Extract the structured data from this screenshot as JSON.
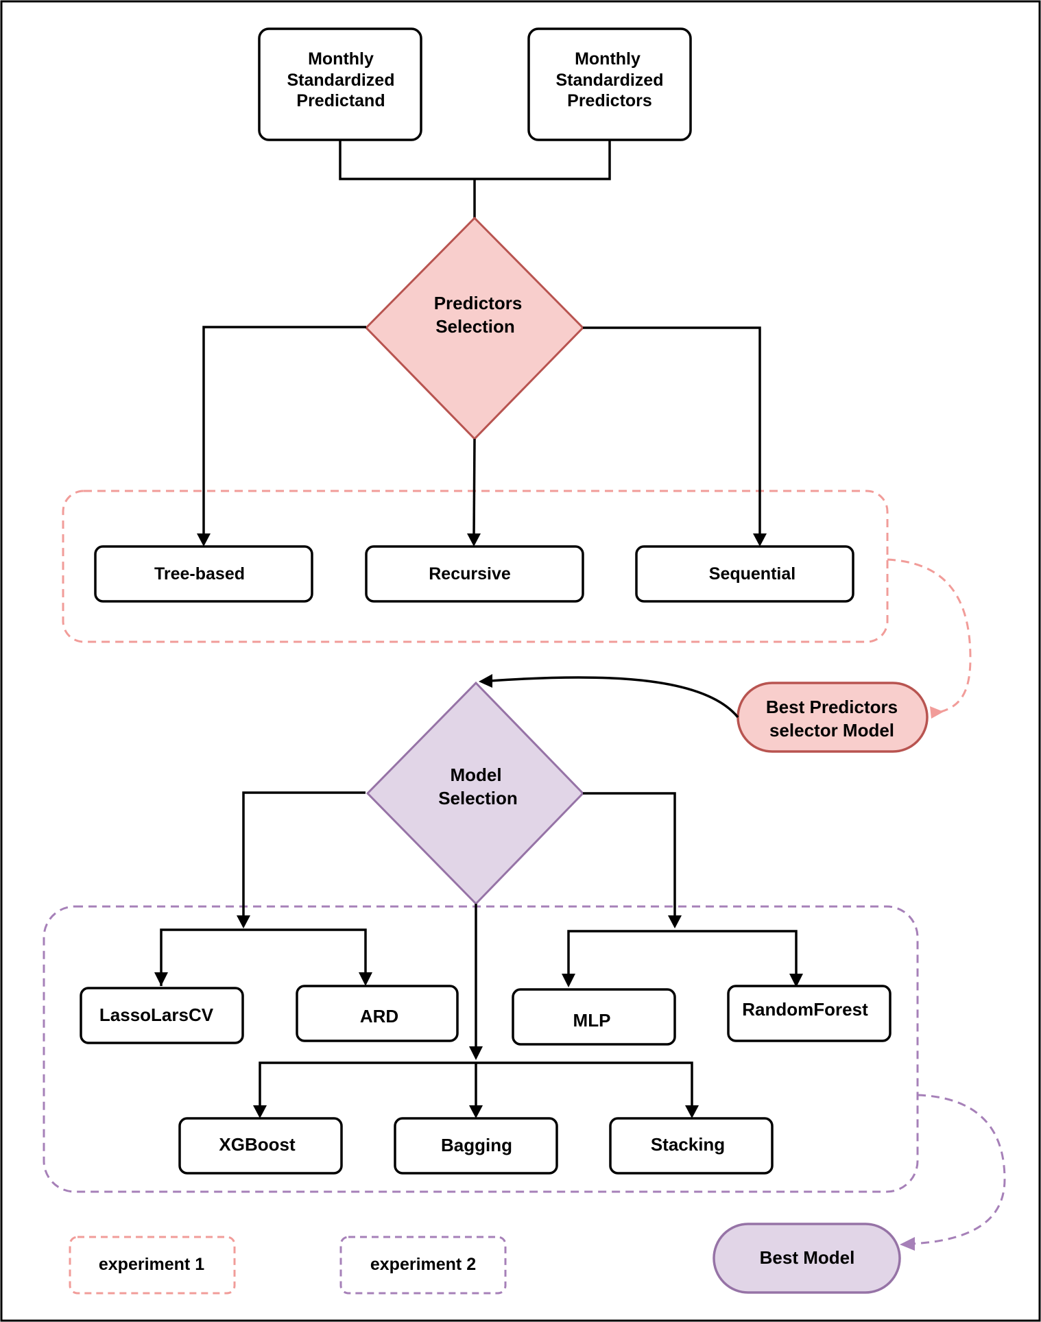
{
  "inputs": {
    "predictand": [
      "Monthly",
      "Standardized",
      "Predictand"
    ],
    "predictors": [
      "Monthly",
      "Standardized",
      "Predictors"
    ]
  },
  "predictors_selection": {
    "label": [
      "Predictors",
      "Selection"
    ],
    "fill": "#f8cecc",
    "stroke": "#b85450",
    "methods": [
      "Tree-based",
      "Recursive",
      "Sequential"
    ]
  },
  "best_predictors": {
    "label": [
      "Best Predictors",
      "selector Model"
    ],
    "fill": "#f8cecc",
    "stroke": "#b85450"
  },
  "model_selection": {
    "label": [
      "Model",
      "Selection"
    ],
    "fill": "#e1d5e7",
    "stroke": "#9673a6",
    "models_row1": [
      "LassoLarsCV",
      "ARD",
      "MLP",
      "RandomForest"
    ],
    "models_row2": [
      "XGBoost",
      "Bagging",
      "Stacking"
    ]
  },
  "best_model": {
    "label": "Best Model",
    "fill": "#e1d5e7",
    "stroke": "#9673a6"
  },
  "legend": {
    "experiment1": "experiment 1",
    "experiment1_color": "#f19c99",
    "experiment2": "experiment 2",
    "experiment2_color": "#a680b8"
  }
}
